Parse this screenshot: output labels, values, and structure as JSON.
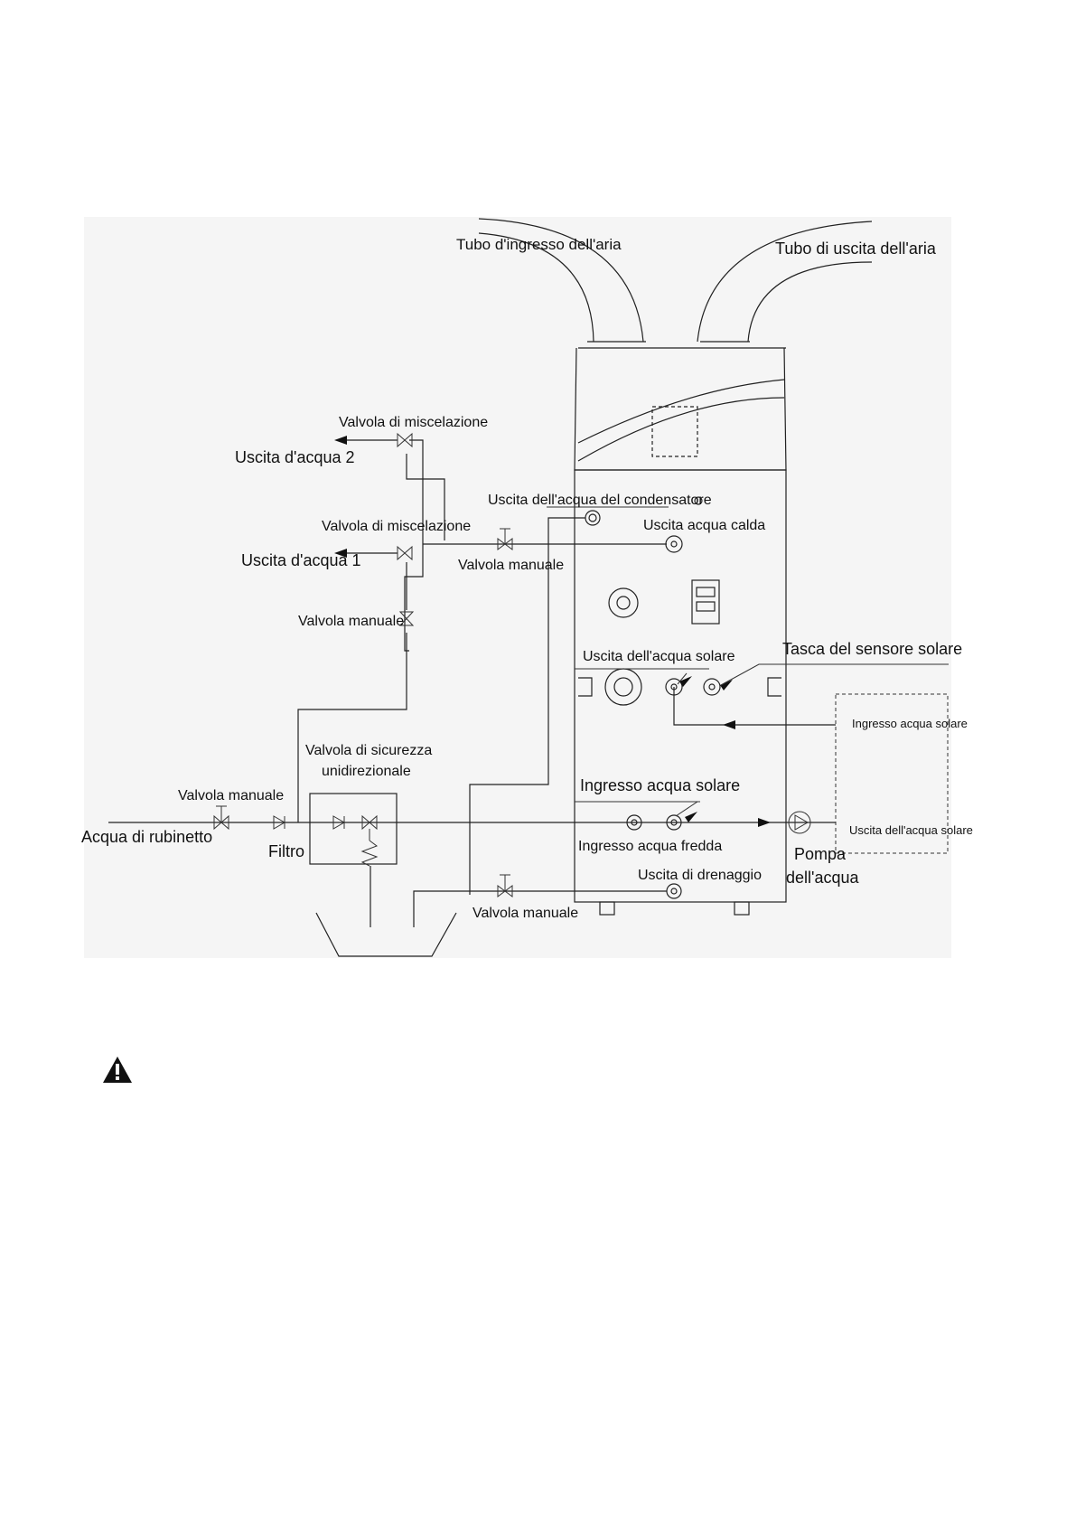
{
  "labels": {
    "air_inlet_pipe": "Tubo d'ingresso dell'aria",
    "air_outlet_pipe": "Tubo di uscita dell'aria",
    "mixing_valve_top": "Valvola di miscelazione",
    "water_outlet_2": "Uscita d'acqua 2",
    "condenser_outlet": "Uscita dell'acqua del condensatore",
    "mixing_valve_mid": "Valvola di miscelazione",
    "hot_water_outlet": "Uscita acqua calda",
    "water_outlet_1": "Uscita d'acqua 1",
    "manual_valve_hot": "Valvola manuale",
    "manual_valve_riser": "Valvola manuale",
    "solar_water_outlet": "Uscita dell'acqua solare",
    "solar_sensor_pocket": "Tasca del sensore solare",
    "solar_inlet_box": "Ingresso acqua solare",
    "safety_valve_line1": "Valvola di sicurezza",
    "safety_valve_line2": "unidirezionale",
    "manual_valve_inlet": "Valvola manuale",
    "solar_water_inlet": "Ingresso acqua solare",
    "tap_water": "Acqua di rubinetto",
    "filter": "Filtro",
    "cold_water_inlet": "Ingresso acqua fredda",
    "solar_outlet_box": "Uscita dell'acqua solare",
    "drain_outlet": "Uscita di drenaggio",
    "pump_line1": "Pompa",
    "pump_line2": "dell'acqua",
    "manual_valve_drain": "Valvola manuale"
  },
  "icons": {
    "warning": "warning-triangle-icon"
  },
  "colors": {
    "line": "#222222",
    "background_shade": "#f4f4f4"
  }
}
